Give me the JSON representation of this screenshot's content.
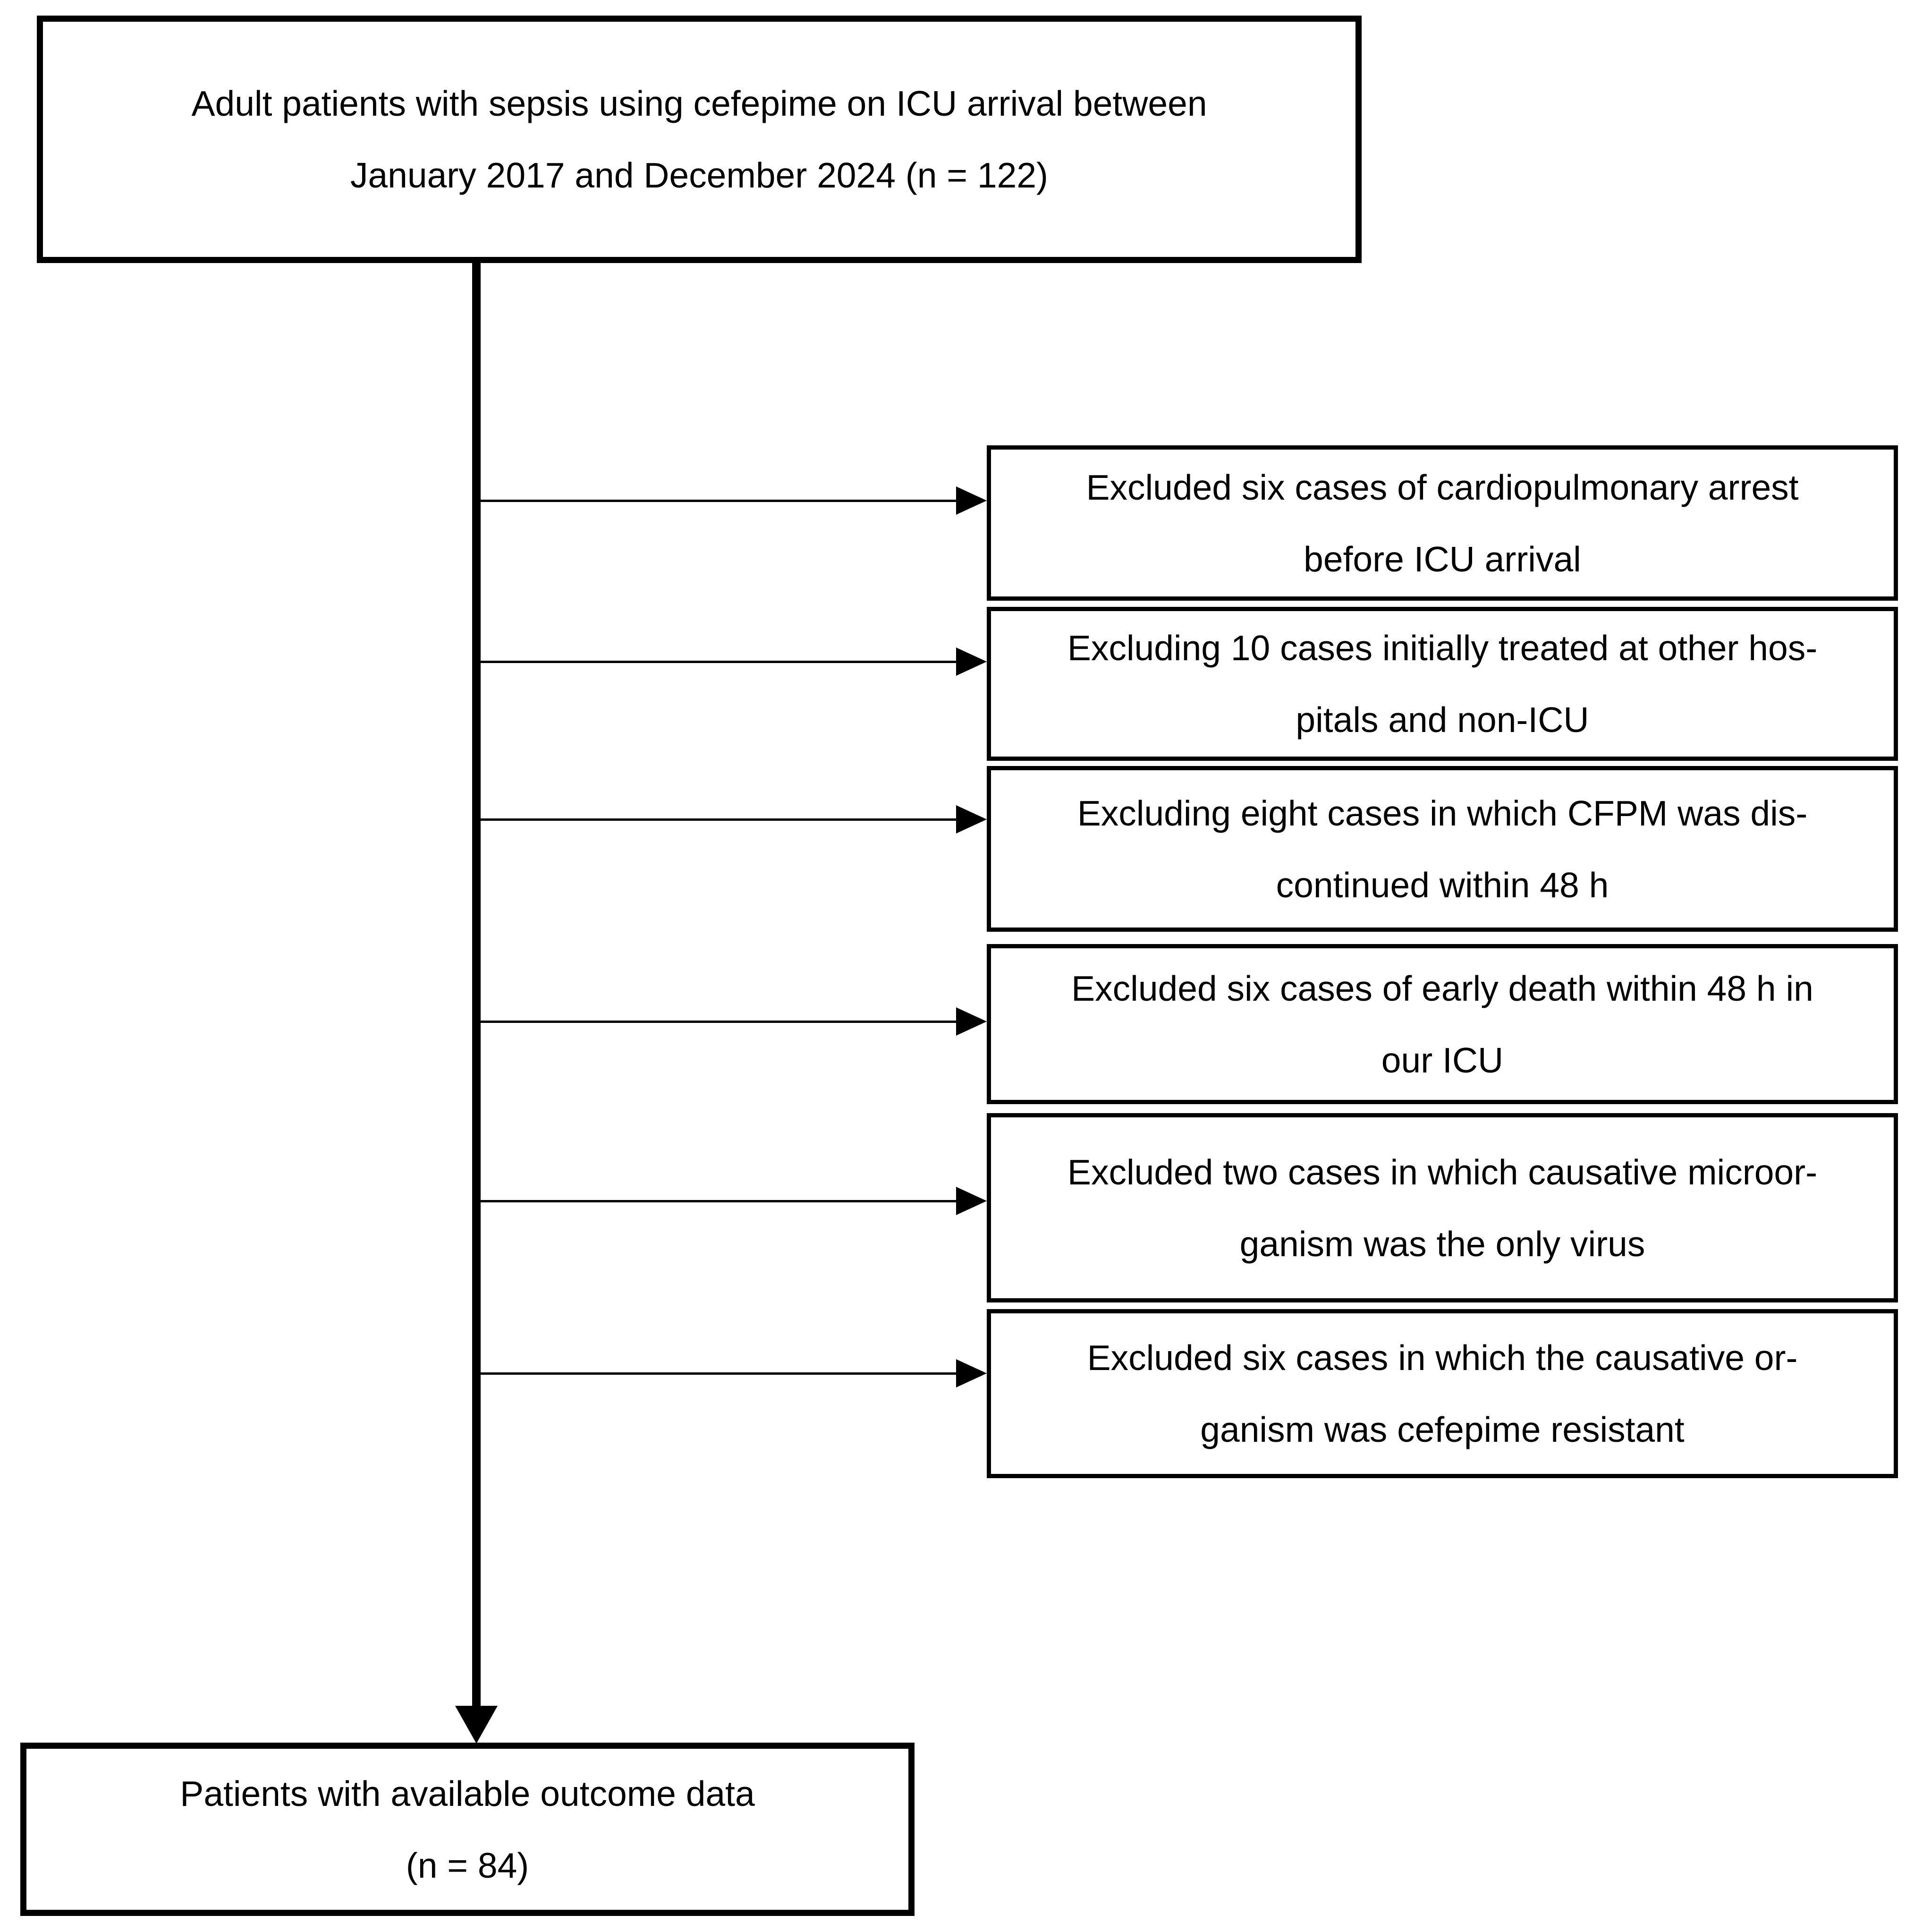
{
  "top_box": {
    "line1": "Adult patients with sepsis using cefepime on ICU arrival between",
    "line2": "January 2017 and December 2024 (n = 122)"
  },
  "exclusion_boxes": [
    {
      "line1": "Excluded six cases of cardiopulmonary arrest",
      "line2": "before ICU arrival"
    },
    {
      "line1": "Excluding 10 cases initially treated at other hos-",
      "line2": "pitals and non-ICU"
    },
    {
      "line1": "Excluding eight cases in which CFPM was dis-",
      "line2": "continued within 48 h"
    },
    {
      "line1": "Excluded six cases of early death within 48 h in",
      "line2": "our ICU"
    },
    {
      "line1": "Excluded two cases in which causative microor-",
      "line2": "ganism was the only virus"
    },
    {
      "line1": "Excluded six cases in which the causative or-",
      "line2": "ganism was cefepime resistant"
    }
  ],
  "bottom_box": {
    "line1": "Patients with available outcome data",
    "line2": "(n = 84)"
  },
  "colors": {
    "background": "#ffffff",
    "line": "#000000",
    "text": "#000000"
  }
}
